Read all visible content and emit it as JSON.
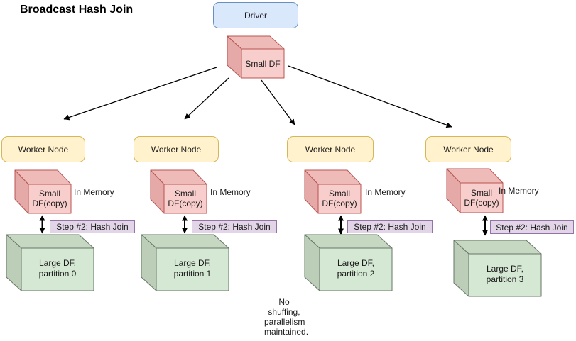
{
  "title": "Broadcast Hash Join",
  "driver": {
    "label": "Driver"
  },
  "broadcast": {
    "cube_label": "Small DF"
  },
  "columns": [
    {
      "worker_label": "Worker Node",
      "cube_label": "Small DF(copy)",
      "memory_label": "In Memory",
      "step_label": "Step #2: Hash Join",
      "partition_label": "Large DF, partition 0"
    },
    {
      "worker_label": "Worker Node",
      "cube_label": "Small DF(copy)",
      "memory_label": "In Memory",
      "step_label": "Step #2: Hash Join",
      "partition_label": "Large DF, partition 1"
    },
    {
      "worker_label": "Worker Node",
      "cube_label": "Small DF(copy)",
      "memory_label": "In Memory",
      "step_label": "Step #2: Hash Join",
      "partition_label": "Large DF, partition 2"
    },
    {
      "worker_label": "Worker Node",
      "cube_label": "Small DF(copy)",
      "memory_label": "In Memory",
      "step_label": "Step #2: Hash Join",
      "partition_label": "Large DF, partition 3"
    }
  ],
  "note": "No shuffing, parallelism maintained.",
  "colors": {
    "driver_fill": "#dae8fc",
    "driver_stroke": "#6c8ebf",
    "worker_fill": "#fff2cc",
    "worker_stroke": "#d6b656",
    "small_df_fill": "#f8cecc",
    "small_df_stroke": "#b85450",
    "step_fill": "#e1d5e7",
    "step_stroke": "#9673a6",
    "large_df_fill": "#d5e8d4",
    "large_df_stroke": "#667766",
    "arrow": "#000000"
  }
}
